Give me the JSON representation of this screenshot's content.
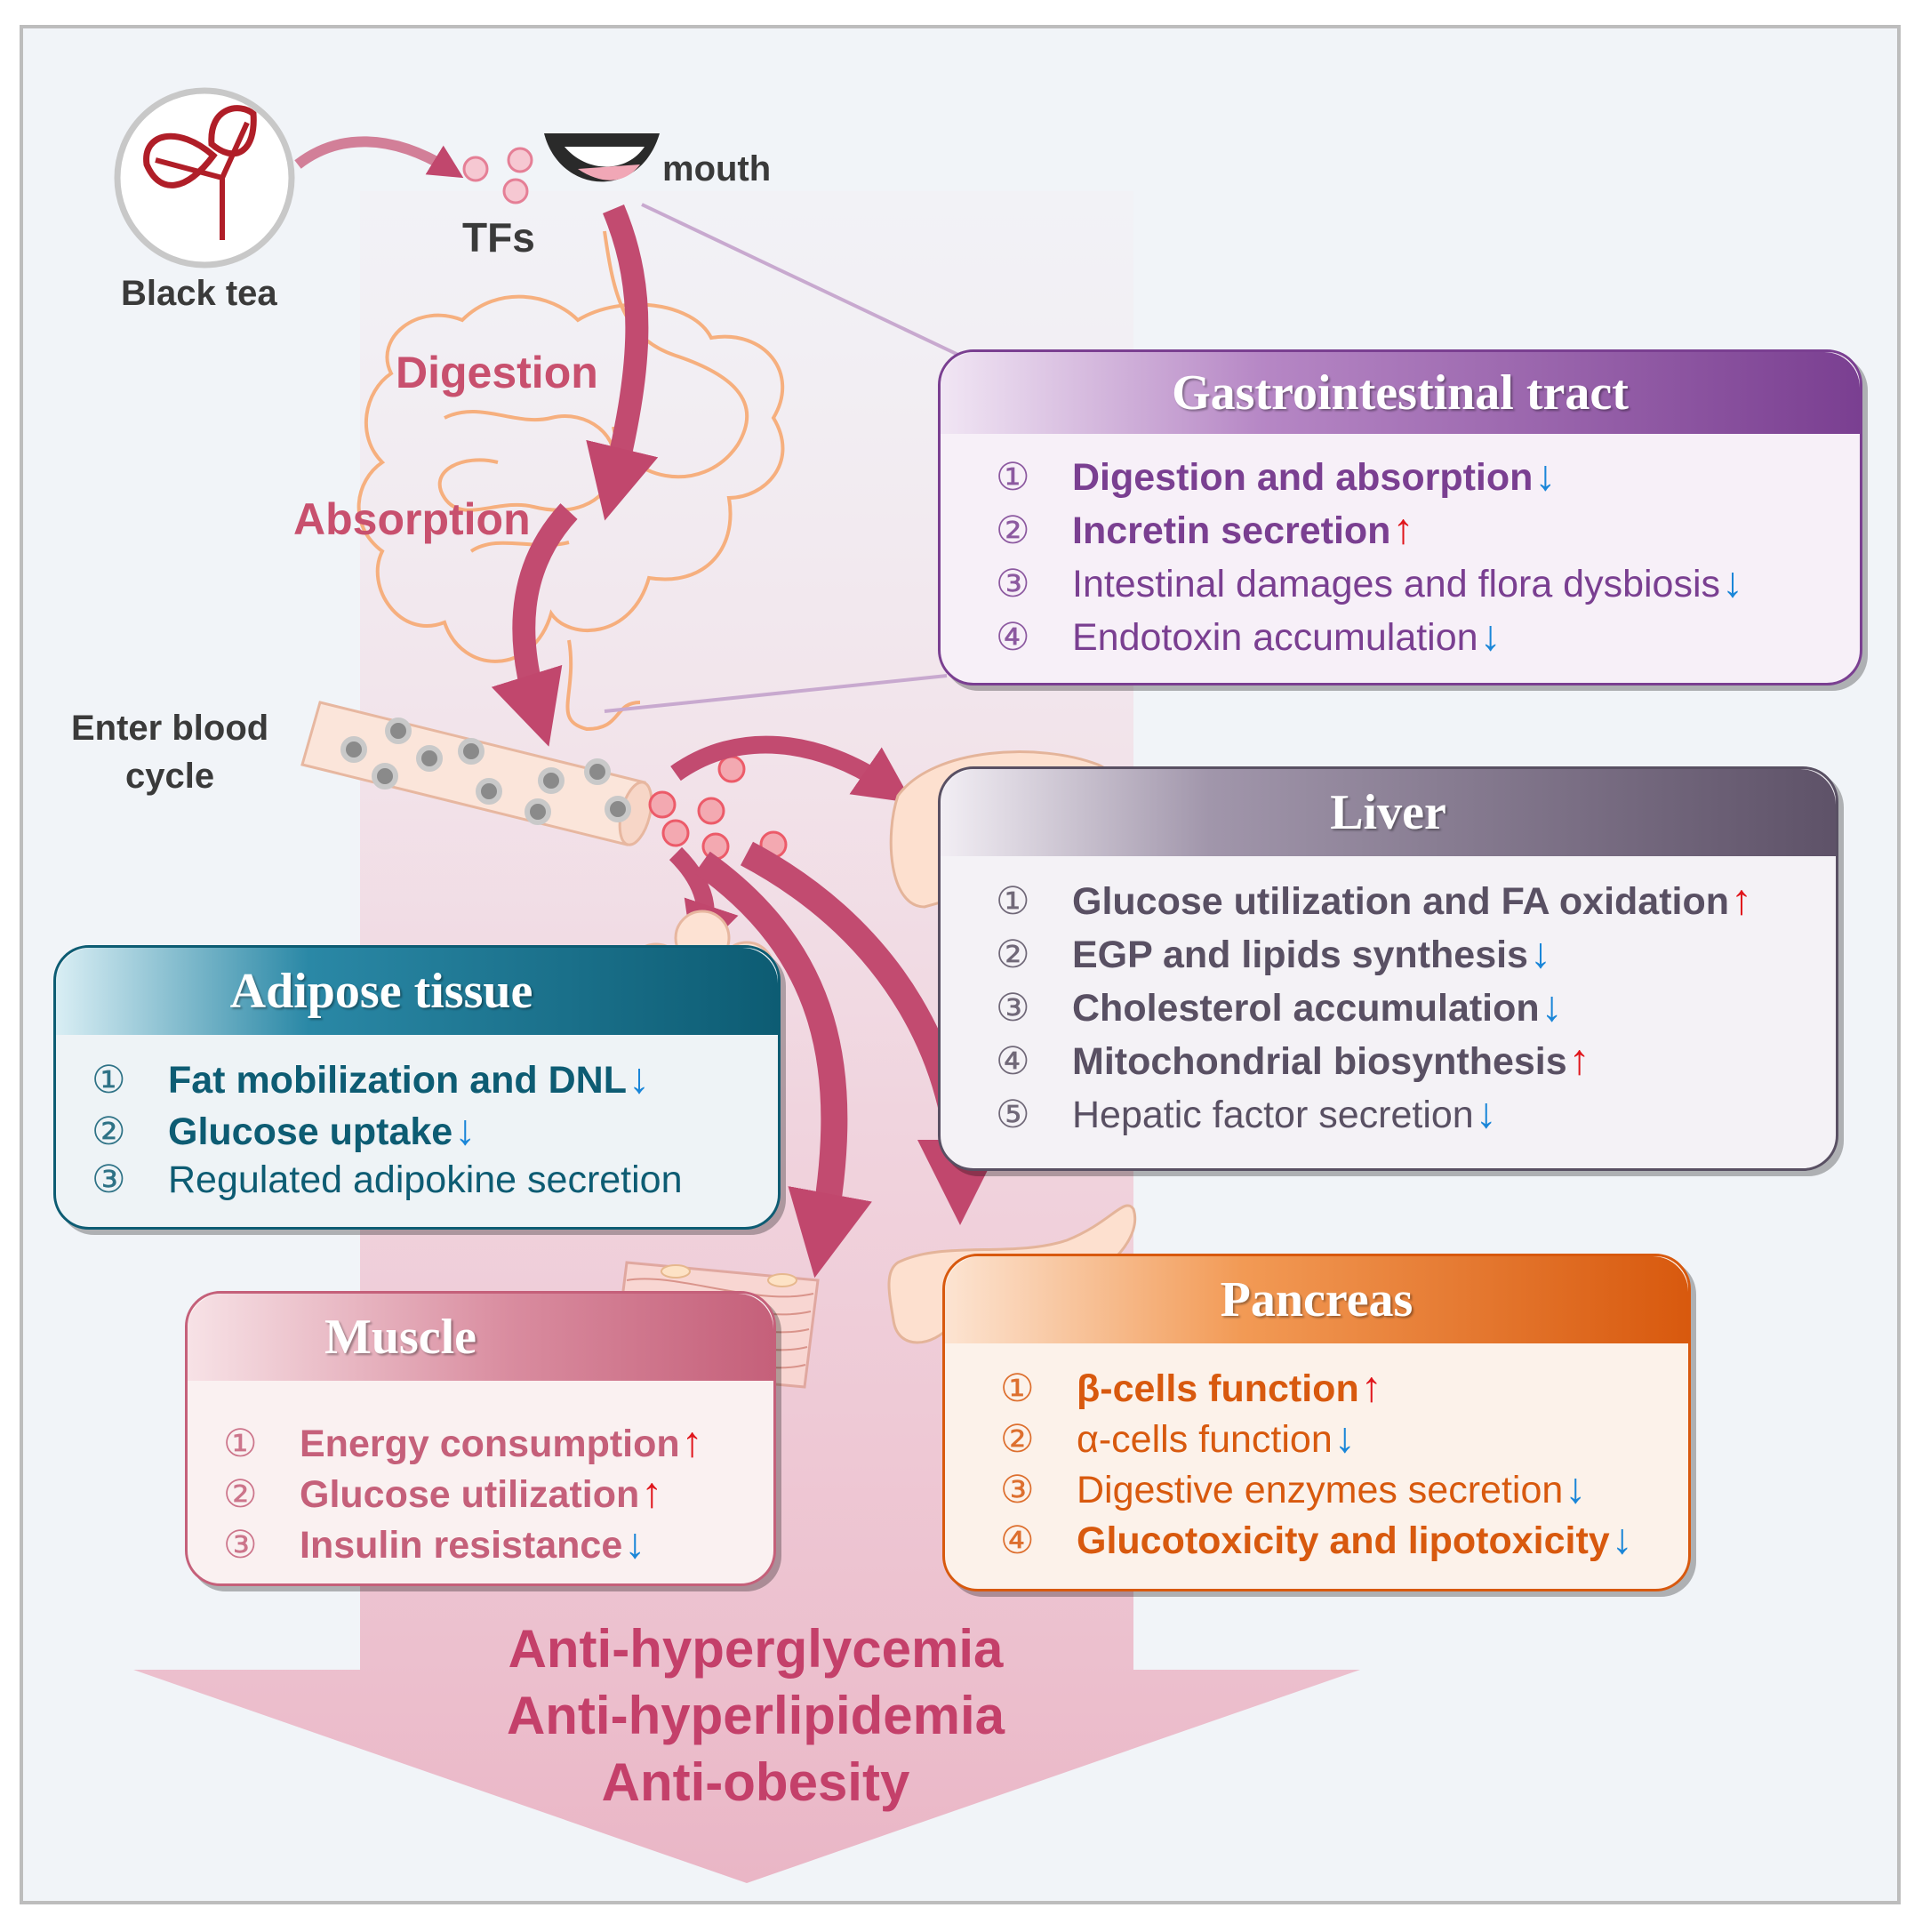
{
  "start": {
    "black_tea": "Black tea",
    "tfs": "TFs",
    "mouth": "mouth"
  },
  "path": {
    "digestion": "Digestion",
    "absorption": "Absorption",
    "enter_blood": [
      "Enter blood",
      "cycle"
    ]
  },
  "boxes": {
    "gi": {
      "title": "Gastrointestinal tract",
      "items": [
        {
          "num": "①",
          "text": "Digestion and absorption",
          "dir": "down",
          "bold": true
        },
        {
          "num": "②",
          "text": "Incretin secretion",
          "dir": "up",
          "bold": true
        },
        {
          "num": "③",
          "text": "Intestinal damages and flora dysbiosis",
          "dir": "down",
          "bold": false
        },
        {
          "num": "④",
          "text": "Endotoxin accumulation",
          "dir": "down",
          "bold": false
        }
      ]
    },
    "liver": {
      "title": "Liver",
      "items": [
        {
          "num": "①",
          "text": "Glucose utilization and FA oxidation",
          "dir": "up",
          "bold": true
        },
        {
          "num": "②",
          "text": "EGP and lipids synthesis",
          "dir": "down",
          "bold": true
        },
        {
          "num": "③",
          "text": "Cholesterol accumulation",
          "dir": "down",
          "bold": true
        },
        {
          "num": "④",
          "text": "Mitochondrial biosynthesis",
          "dir": "up",
          "bold": true
        },
        {
          "num": "⑤",
          "text": "Hepatic factor secretion",
          "dir": "down",
          "bold": false
        }
      ]
    },
    "adipose": {
      "title": "Adipose tissue",
      "items": [
        {
          "num": "①",
          "text": "Fat mobilization and DNL",
          "dir": "down",
          "bold": true
        },
        {
          "num": "②",
          "text": "Glucose uptake",
          "dir": "down",
          "bold": true
        },
        {
          "num": "③",
          "text": "Regulated adipokine secretion",
          "dir": "",
          "bold": false
        }
      ]
    },
    "muscle": {
      "title": "Muscle",
      "items": [
        {
          "num": "①",
          "text": "Energy consumption",
          "dir": "up",
          "bold": true
        },
        {
          "num": "②",
          "text": "Glucose utilization",
          "dir": "up",
          "bold": true
        },
        {
          "num": "③",
          "text": "Insulin resistance",
          "dir": "down",
          "bold": true
        }
      ]
    },
    "pancreas": {
      "title": "Pancreas",
      "items": [
        {
          "num": "①",
          "text": "β-cells function",
          "dir": "up",
          "bold": true
        },
        {
          "num": "②",
          "text": "α-cells function",
          "dir": "down",
          "bold": false
        },
        {
          "num": "③",
          "text": "Digestive enzymes secretion",
          "dir": "down",
          "bold": false
        },
        {
          "num": "④",
          "text": "Glucotoxicity and lipotoxicity",
          "dir": "down",
          "bold": true
        }
      ]
    }
  },
  "outcomes": [
    "Anti-hyperglycemia",
    "Anti-hyperlipidemia",
    "Anti-obesity"
  ],
  "arrows": {
    "up": "🠕",
    "down": "🠗"
  },
  "colors": {
    "gi": "#7a3f91",
    "liver": "#595063",
    "adipose": "#0d5c73",
    "muscle": "#c5607a",
    "pancreas": "#d8590e",
    "up_arrow": "#e0161c",
    "down_arrow": "#1a86d8"
  }
}
